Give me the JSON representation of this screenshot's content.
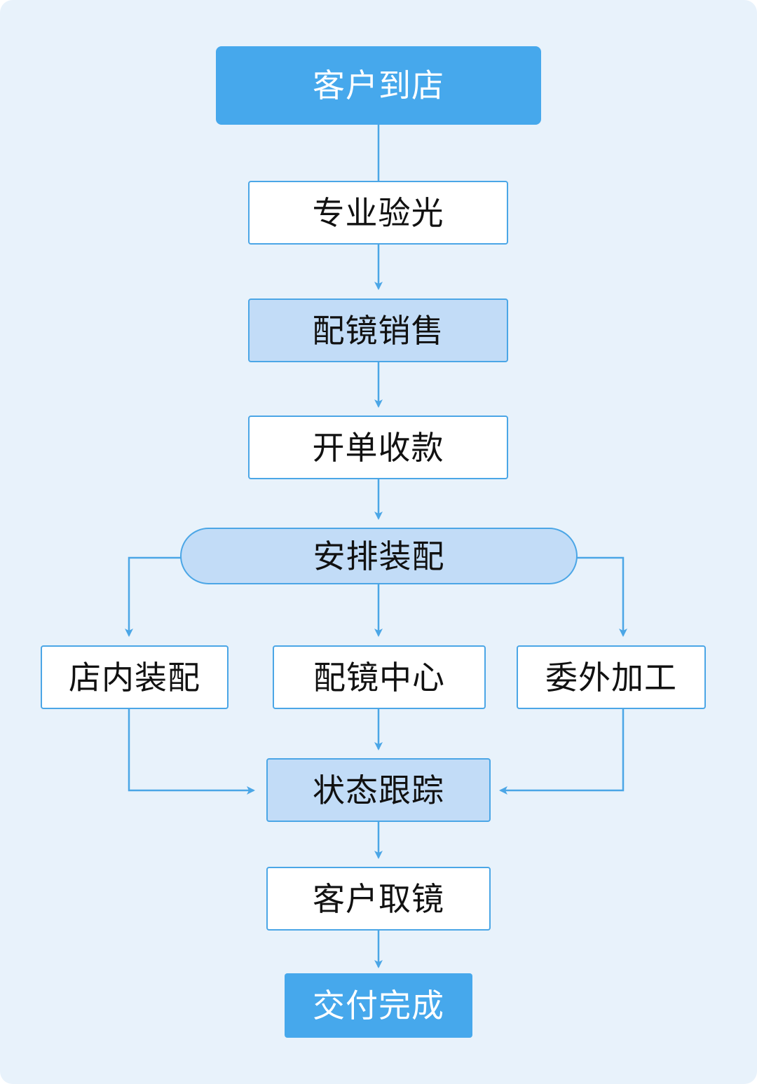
{
  "colors": {
    "background": "#e8f2fb",
    "terminal_fill": "#46a8ec",
    "highlight_fill": "#c2dcf7",
    "box_fill": "#ffffff",
    "line": "#4ba6e6"
  },
  "nodes": {
    "customer_arrives": "客户到店",
    "eye_exam": "专业验光",
    "lens_sales": "配镜销售",
    "billing": "开单收款",
    "arrange_assembly": "安排装配",
    "in_store_assembly": "店内装配",
    "fitting_center": "配镜中心",
    "outsourced_processing": "委外加工",
    "status_tracking": "状态跟踪",
    "customer_pickup": "客户取镜",
    "delivery_complete": "交付完成"
  }
}
